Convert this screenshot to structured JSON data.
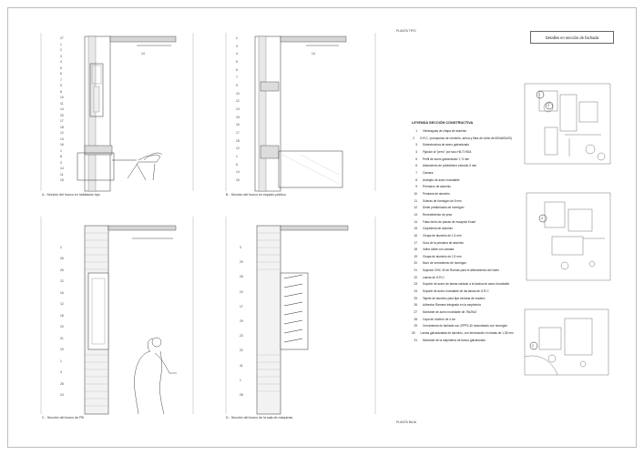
{
  "title": "Detalles en sección de fachada",
  "plan_top_label": "PLANTA TIPO",
  "plan_bottom_label": "PLANTA BAJA",
  "legend_title": "LEYENDA SECCIÓN CONSTRUCTIVA",
  "legend": [
    {
      "n": "1",
      "t": "Vierteaguas de chapa de aluminio"
    },
    {
      "n": "2",
      "t": "G.R.C. (compuesto de cemento, arena y fibra de vidrio de 600x600x20)"
    },
    {
      "n": "3",
      "t": "Subestructura de acero galvanizado"
    },
    {
      "n": "4",
      "t": "Fijación al \"perro\" por taco HILTI HDA"
    },
    {
      "n": "5",
      "t": "Perfil de acero galvanizado 'L' 5 mm"
    },
    {
      "n": "6",
      "t": "Aislamiento de poliestireno extruido 5 mm"
    },
    {
      "n": "7",
      "t": "Cámara"
    },
    {
      "n": "8",
      "t": "Anclajes de acero inoxidable"
    },
    {
      "n": "9",
      "t": "Premarco de aluminio"
    },
    {
      "n": "10",
      "t": "Persiana de aluminio"
    },
    {
      "n": "11",
      "t": "Soleras de hormigón de 6 mm"
    },
    {
      "n": "12",
      "t": "Dintel prefabricado de hormigón"
    },
    {
      "n": "13",
      "t": "Revestimiento de yeso"
    },
    {
      "n": "14",
      "t": "Falso techo de placas de escayola Knauf"
    },
    {
      "n": "15",
      "t": "Carpintería de aluminio"
    },
    {
      "n": "16",
      "t": "Chapa de aluminio de 1,5 mm"
    },
    {
      "n": "17",
      "t": "Guía de la persiana de aluminio"
    },
    {
      "n": "18",
      "t": "Vidrio doble con cámara"
    },
    {
      "n": "19",
      "t": "Chapa de aluminio de 1,5 mm"
    },
    {
      "n": "20",
      "t": "Muro de cerramiento de hormigón"
    },
    {
      "n": "21",
      "t": "Sujeción GHC 40 de Rochas para el alienamiento del vidrio"
    },
    {
      "n": "22",
      "t": "Lamas de G.R.C."
    },
    {
      "n": "23",
      "t": "Soporte de acero de lamas soldado a la lamina de acero inoxidable"
    },
    {
      "n": "24",
      "t": "Soporte de acero inoxidable de las lamas de G.R.C."
    },
    {
      "n": "25",
      "t": "Tapete de aluminio para fijar ventana de madera"
    },
    {
      "n": "26",
      "t": "Adhesivo Ramsen integrado en la carpintería"
    },
    {
      "n": "27",
      "t": "Montante de acero inoxidable de 75x25x2"
    },
    {
      "n": "28",
      "t": "Capa de mortero de 4 cm"
    },
    {
      "n": "29",
      "t": "Cerramiento de fachada con ZIPPS-30 redondeado con hormigón"
    },
    {
      "n": "30",
      "t": "Lamas galvanizadas de aluminio, con terminación en lamas de 1,35 mm"
    },
    {
      "n": "31",
      "t": "Montante de la carpintería de banco galvanizado"
    }
  ],
  "captions": {
    "a": "A - Sección del hueco en habitación tipo",
    "b": "B - Sección del hueco en espacio público",
    "c": "C - Sección del hueco de PB",
    "d": "D - Sección del hueco de la sala de máquinas"
  },
  "panel_a_labels": [
    "27",
    "1",
    "2",
    "3",
    "4",
    "5",
    "6",
    "7",
    "9",
    "8",
    "10",
    "11",
    "14",
    "20",
    "17",
    "18",
    "12",
    "13",
    "16",
    "1",
    "8",
    "3",
    "14",
    "11",
    "15"
  ],
  "panel_b_labels": [
    "2",
    "3",
    "4",
    "5",
    "6",
    "7",
    "9",
    "10",
    "12",
    "13",
    "15",
    "16",
    "17",
    "18",
    "12",
    "1",
    "6",
    "14",
    "15"
  ],
  "panel_c_labels": [
    "2",
    "26",
    "25",
    "22",
    "16",
    "12",
    "18",
    "20",
    "21",
    "19",
    "1",
    "3",
    "28",
    "24"
  ],
  "panel_d_labels": [
    "3",
    "29",
    "26",
    "24",
    "17",
    "29",
    "23",
    "22",
    "31",
    "1",
    "28"
  ],
  "leader_label_a": "14",
  "leader_label_b": "14",
  "plan_callouts": [
    "1",
    "3",
    "4",
    "2"
  ]
}
